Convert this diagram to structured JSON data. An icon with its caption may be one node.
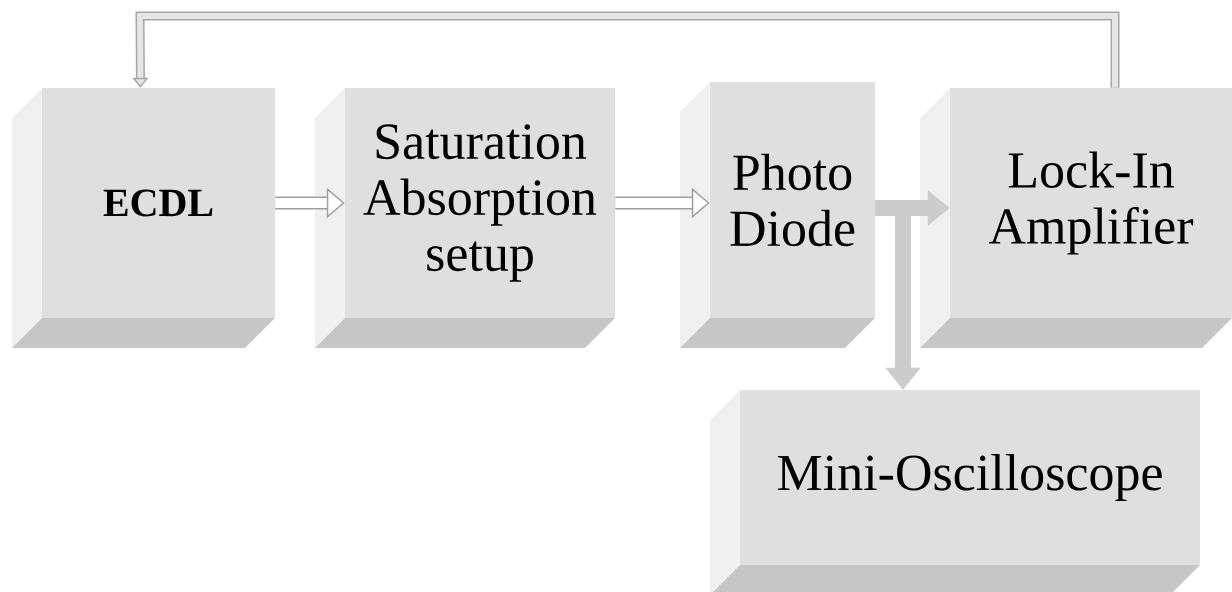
{
  "diagram": {
    "nodes": [
      {
        "text": [
          "ECDL"
        ]
      },
      {
        "text": [
          "Saturation Absorption setup"
        ]
      },
      {
        "text": [
          "Photo Diode"
        ]
      },
      {
        "text": [
          "Lock-In Amplifier"
        ]
      },
      {
        "text": [
          "Mini-Oscilloscope"
        ]
      }
    ],
    "edges": [
      {
        "from": 0,
        "to": 1,
        "arrow": "to"
      },
      {
        "from": 1,
        "to": 2,
        "arrow": "to"
      },
      {
        "from": 2,
        "to": 3,
        "arrow": "to"
      },
      {
        "from": 2,
        "to": 4,
        "arrow": "to"
      },
      {
        "from": 3,
        "to": 0,
        "arrow": "to"
      }
    ]
  }
}
